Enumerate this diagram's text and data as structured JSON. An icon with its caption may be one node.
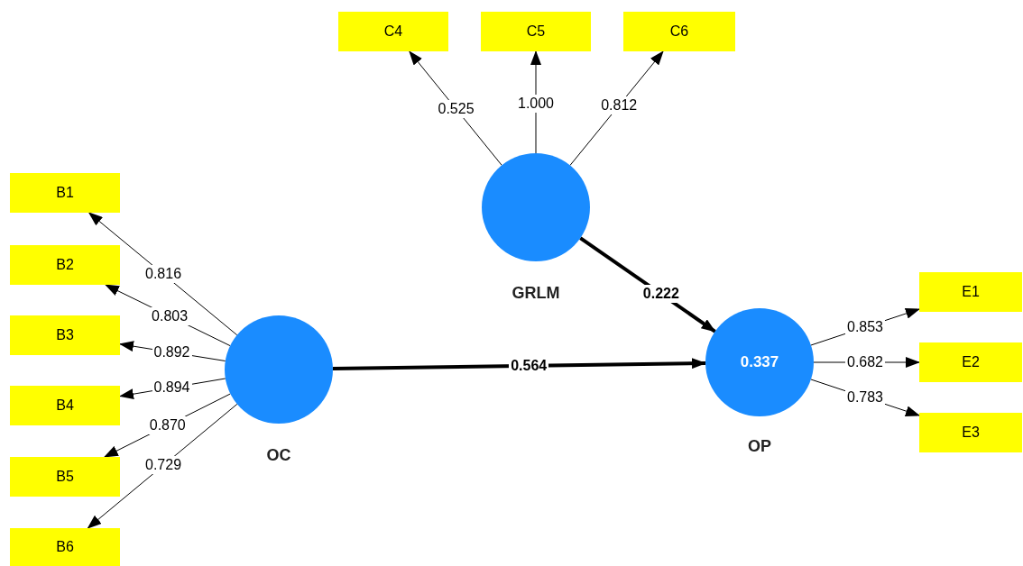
{
  "diagram": {
    "nodes": [
      {
        "text": [
          "C4"
        ]
      },
      {
        "text": [
          "C5"
        ]
      },
      {
        "text": [
          "C6"
        ]
      },
      {
        "text": [
          "GRLM"
        ]
      },
      {
        "text": [
          "B1"
        ]
      },
      {
        "text": [
          "B2"
        ]
      },
      {
        "text": [
          "B3"
        ]
      },
      {
        "text": [
          "B4"
        ]
      },
      {
        "text": [
          "B5"
        ]
      },
      {
        "text": [
          "B6"
        ]
      },
      {
        "text": [
          "OC"
        ]
      },
      {
        "text": [
          "0.337",
          "OP"
        ]
      },
      {
        "text": [
          "E1"
        ]
      },
      {
        "text": [
          "E2"
        ]
      },
      {
        "text": [
          "E3"
        ]
      }
    ],
    "edges": [
      {
        "from": 3,
        "to": 0,
        "arrow": "to",
        "label": "0.525"
      },
      {
        "from": 3,
        "to": 1,
        "arrow": "to",
        "label": "1.000"
      },
      {
        "from": 3,
        "to": 2,
        "arrow": "to",
        "label": "0.812"
      },
      {
        "from": 10,
        "to": 4,
        "arrow": "to",
        "label": "0.816"
      },
      {
        "from": 10,
        "to": 5,
        "arrow": "to",
        "label": "0.803"
      },
      {
        "from": 10,
        "to": 6,
        "arrow": "to",
        "label": "0.892"
      },
      {
        "from": 10,
        "to": 7,
        "arrow": "to",
        "label": "0.894"
      },
      {
        "from": 10,
        "to": 8,
        "arrow": "to",
        "label": "0.870"
      },
      {
        "from": 10,
        "to": 9,
        "arrow": "to",
        "label": "0.729"
      },
      {
        "from": 3,
        "to": 11,
        "arrow": "to",
        "label": "0.222",
        "style": "thick"
      },
      {
        "from": 10,
        "to": 11,
        "arrow": "to",
        "label": "0.564",
        "style": "thick"
      },
      {
        "from": 11,
        "to": 12,
        "arrow": "to",
        "label": "0.853"
      },
      {
        "from": 11,
        "to": 13,
        "arrow": "to",
        "label": "0.682"
      },
      {
        "from": 11,
        "to": 14,
        "arrow": "to",
        "label": "0.783"
      }
    ]
  }
}
